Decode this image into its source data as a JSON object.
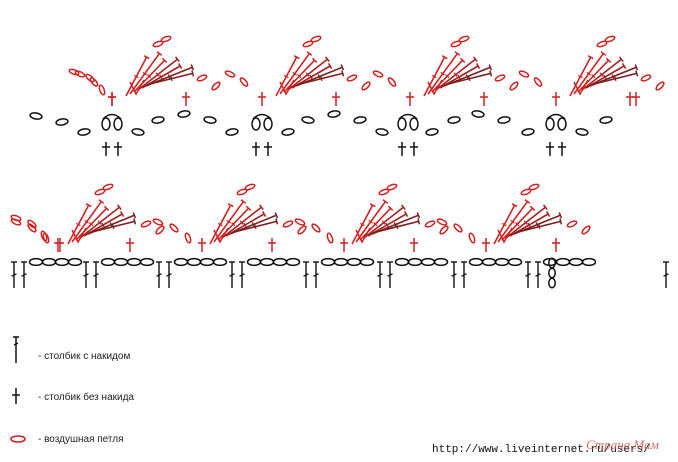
{
  "legend": {
    "items": [
      {
        "symbol": "double-crochet",
        "label": "- столбик с накидом"
      },
      {
        "symbol": "single-crochet",
        "label": "- столбик без накида"
      },
      {
        "symbol": "chain-stitch",
        "label": "- воздушная петля"
      }
    ]
  },
  "footer": {
    "url": "http://www.liveinternet.ru/users/",
    "watermark": "Страна Мам"
  },
  "colors": {
    "red": "#d02020",
    "dark_red": "#7a1f1f",
    "black": "#111111"
  }
}
